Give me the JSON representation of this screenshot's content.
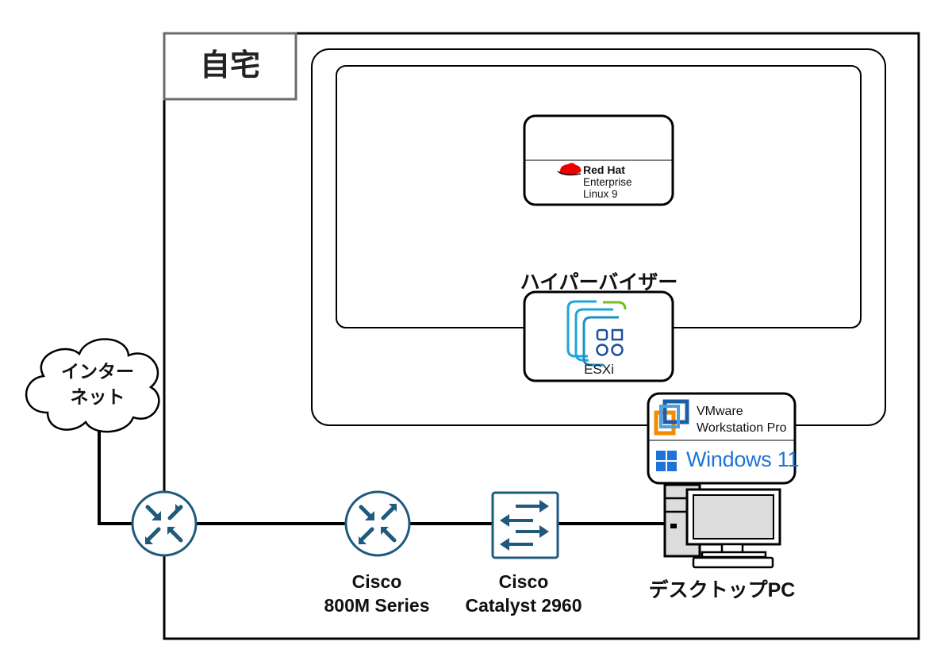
{
  "home": {
    "label": "自宅"
  },
  "internet": {
    "line1": "インター",
    "line2": "ネット"
  },
  "router": {
    "line1": "Cisco",
    "line2": "800M Series"
  },
  "switch": {
    "line1": "Cisco",
    "line2": "Catalyst 2960"
  },
  "pc": {
    "label": "デスクトップPC"
  },
  "hypervisor": {
    "label": "ハイパーバイザー",
    "product": "ESXi"
  },
  "guest_os": {
    "brand": "Red Hat",
    "line1": "Enterprise",
    "line2": "Linux 9"
  },
  "workstation": {
    "line1": "VMware",
    "line2": "Workstation Pro"
  },
  "host_os": {
    "label": "Windows 11"
  },
  "colors": {
    "router": "#1f5a7e",
    "switch": "#1f5a7e",
    "windows": "#1e73d8",
    "redhat": "#ee0000",
    "vmware_orange": "#f38b00",
    "vmware_blue": "#1d5da8",
    "esxi_teal": "#1fa6d6",
    "esxi_green": "#78be20"
  }
}
